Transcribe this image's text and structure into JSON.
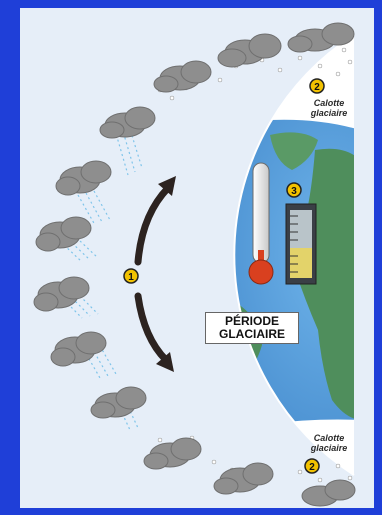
{
  "labels": {
    "ice_cap_top_line1": "Calotte",
    "ice_cap_top_line2": "glaciaire",
    "ice_cap_bottom_line1": "Calotte",
    "ice_cap_bottom_line2": "glaciaire",
    "period_line1": "PÉRIODE",
    "period_line2": "GLACIAIRE"
  },
  "markers": [
    "1",
    "2",
    "3"
  ],
  "colors": {
    "background": "#1f3fd8",
    "panel": "#e6eef8",
    "ocean": "#3f8fd2",
    "land": "#4f8e5c",
    "ice": "#ffffff",
    "cloud": "#8e8e8e",
    "arrow": "#2c2320",
    "thermometer_fluid": "#d9401f"
  },
  "icons": [
    "cloud-icon",
    "thermometer-icon",
    "gauge-icon",
    "arrow-icon"
  ]
}
